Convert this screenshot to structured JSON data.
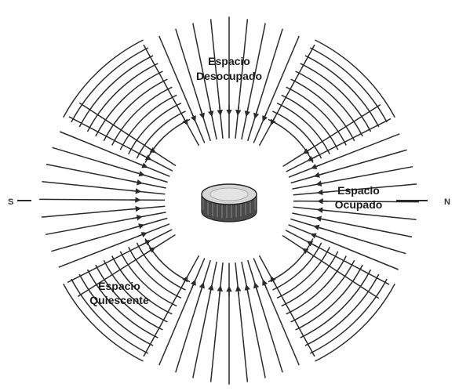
{
  "labels": {
    "unoccupied": [
      "Espacio",
      "Desocupado"
    ],
    "occupied": [
      "Espacio",
      "Ocupado"
    ],
    "quiescent": [
      "Espacio",
      "Quiescente"
    ]
  },
  "poles": {
    "south": "S",
    "north": "N"
  },
  "colors": {
    "ink": "#2a2a2a",
    "background": "#ffffff"
  }
}
